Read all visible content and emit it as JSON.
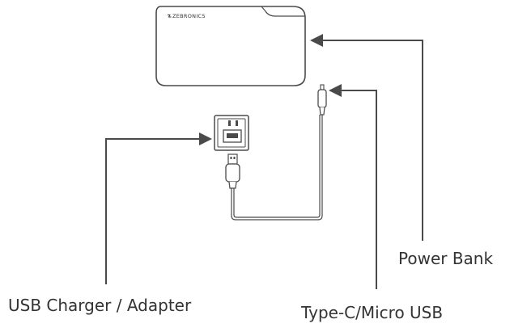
{
  "labels": {
    "power_bank": "Power Bank",
    "usb_charger": "USB Charger / Adapter",
    "cable": "Type-C/Micro USB"
  },
  "device": {
    "brand": "ZEBRONICS"
  },
  "icons": [
    "power-bank-icon",
    "wall-adapter-icon",
    "usb-a-plug-icon",
    "type-c-plug-icon"
  ],
  "colors": {
    "line": "#4a4a4a",
    "text": "#333333",
    "device_fill": "#ffffff"
  }
}
